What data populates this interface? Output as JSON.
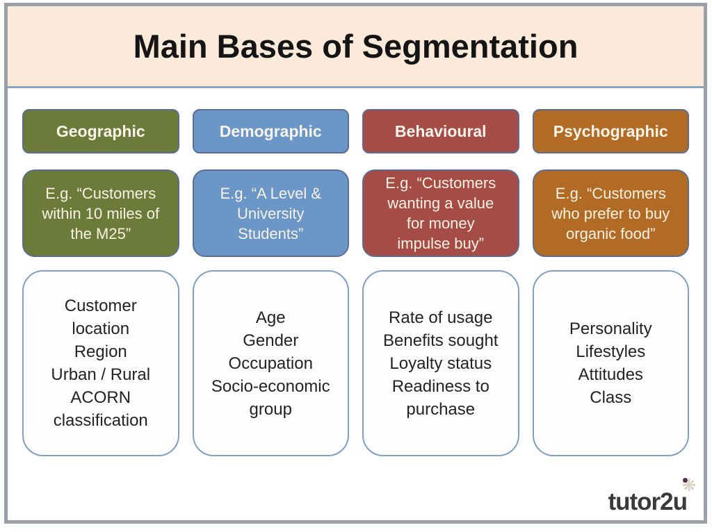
{
  "title": "Main Bases of Segmentation",
  "brand": {
    "name_regular": "tutor",
    "name_bold": "2u",
    "flower_icon": "flower-burst"
  },
  "colors": {
    "geographic_green": "#6d7b3a",
    "demographic_blue": "#6b97c8",
    "behavioural_red": "#a54c46",
    "psychographic_orange": "#b26b24",
    "title_band_cream": "#fbe9da",
    "divider_blue": "#8aa3c4",
    "card_border_blue": "#7f9fc5",
    "pill_border": "#5d6d92",
    "frame_gray": "#9aa0a8"
  },
  "columns": [
    {
      "label": "Geographic",
      "color": "#6d7b3a",
      "example_lines": [
        "E.g. “Customers",
        "within 10 miles of",
        "the M25”"
      ],
      "items": [
        "Customer",
        "location",
        "Region",
        "Urban / Rural",
        "ACORN",
        "classification"
      ]
    },
    {
      "label": "Demographic",
      "color": "#6b97c8",
      "example_lines": [
        "E.g. “A Level &",
        "University",
        "Students”"
      ],
      "items": [
        "Age",
        "Gender",
        "Occupation",
        "Socio-economic",
        "group"
      ]
    },
    {
      "label": "Behavioural",
      "color": "#a54c46",
      "example_lines": [
        "E.g. “Customers",
        "wanting a value",
        "for money",
        "impulse buy”"
      ],
      "items": [
        "Rate of usage",
        "Benefits sought",
        "Loyalty status",
        "Readiness to",
        "purchase"
      ]
    },
    {
      "label": "Psychographic",
      "color": "#b26b24",
      "example_lines": [
        "E.g. “Customers",
        "who prefer to buy",
        "organic food”"
      ],
      "items": [
        "Personality",
        "Lifestyles",
        "Attitudes",
        "Class"
      ]
    }
  ]
}
